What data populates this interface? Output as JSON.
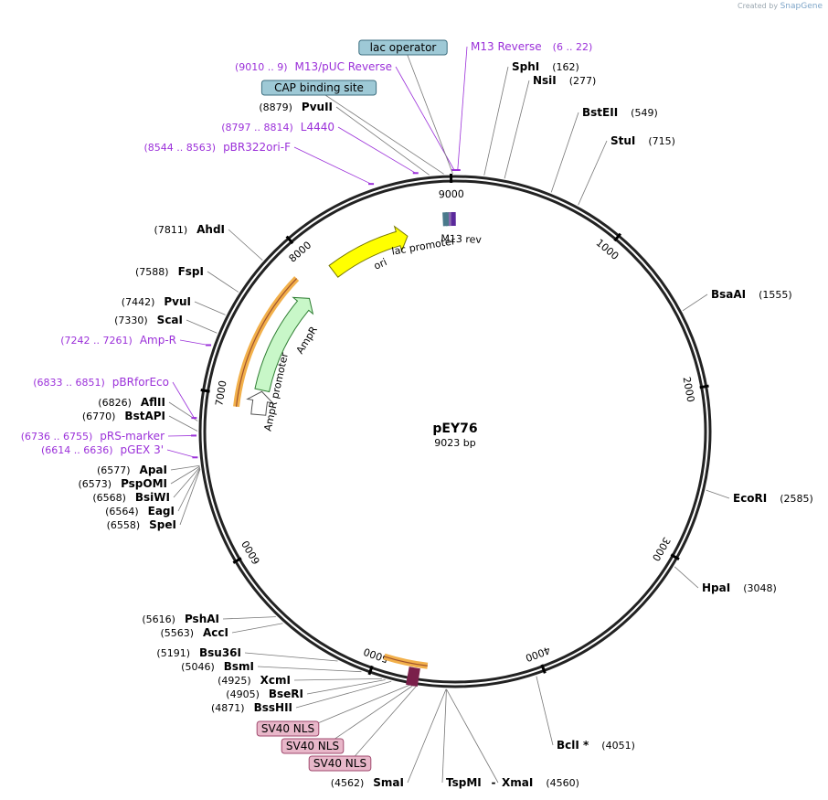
{
  "credit": {
    "prefix": "Created by",
    "brand": "SnapGene"
  },
  "plasmid": {
    "name": "pEY76",
    "size_label": "9023 bp",
    "length": 9023
  },
  "colors": {
    "primer": "#9b30d9",
    "ring": "#222222",
    "ori": "#ffff00",
    "ampr": "#c8f7c8",
    "orange_highlight": "#f2b04a",
    "lac_box": "#9ec9d6",
    "nls_box": "#e8b7c9",
    "nls_arrow": "#7a1f4a"
  },
  "ring_ticks": [
    {
      "pos": 1000,
      "label": "1000"
    },
    {
      "pos": 2000,
      "label": "2000"
    },
    {
      "pos": 3000,
      "label": "3000"
    },
    {
      "pos": 4000,
      "label": "4000"
    },
    {
      "pos": 5000,
      "label": "5000"
    },
    {
      "pos": 6000,
      "label": "6000"
    },
    {
      "pos": 7000,
      "label": "7000"
    },
    {
      "pos": 8000,
      "label": "8000"
    },
    {
      "pos": 9000,
      "label": "9000"
    }
  ],
  "sites": [
    {
      "name": "SphI",
      "pos": "(162)",
      "side": "right",
      "p": 162
    },
    {
      "name": "NsiI",
      "pos": "(277)",
      "side": "right",
      "p": 277
    },
    {
      "name": "BstEII",
      "pos": "(549)",
      "side": "right",
      "p": 549
    },
    {
      "name": "StuI",
      "pos": "(715)",
      "side": "right",
      "p": 715
    },
    {
      "name": "BsaAI",
      "pos": "(1555)",
      "side": "right",
      "p": 1555
    },
    {
      "name": "EcoRI",
      "pos": "(2585)",
      "side": "right",
      "p": 2585
    },
    {
      "name": "HpaI",
      "pos": "(3048)",
      "side": "right",
      "p": 3048
    },
    {
      "name": "BclI *",
      "pos": "(4051)",
      "side": "right",
      "p": 4051
    },
    {
      "name": "XmaI",
      "pos": "(4560)",
      "side": "right",
      "p": 4560
    },
    {
      "name": "TspMI",
      "pos": "",
      "side": "right",
      "p": 4560
    },
    {
      "name": "SmaI",
      "pos": "(4562)",
      "side": "left",
      "p": 4562
    },
    {
      "name": "BssHII",
      "pos": "(4871)",
      "side": "left",
      "p": 4871
    },
    {
      "name": "BseRI",
      "pos": "(4905)",
      "side": "left",
      "p": 4905
    },
    {
      "name": "XcmI",
      "pos": "(4925)",
      "side": "left",
      "p": 4925
    },
    {
      "name": "BsmI",
      "pos": "(5046)",
      "side": "left",
      "p": 5046
    },
    {
      "name": "Bsu36I",
      "pos": "(5191)",
      "side": "left",
      "p": 5191
    },
    {
      "name": "AccI",
      "pos": "(5563)",
      "side": "left",
      "p": 5563
    },
    {
      "name": "PshAI",
      "pos": "(5616)",
      "side": "left",
      "p": 5616
    },
    {
      "name": "SpeI",
      "pos": "(6558)",
      "side": "left",
      "p": 6558
    },
    {
      "name": "EagI",
      "pos": "(6564)",
      "side": "left",
      "p": 6564
    },
    {
      "name": "BsiWI",
      "pos": "(6568)",
      "side": "left",
      "p": 6568
    },
    {
      "name": "PspOMI",
      "pos": "(6573)",
      "side": "left",
      "p": 6573
    },
    {
      "name": "ApaI",
      "pos": "(6577)",
      "side": "left",
      "p": 6577
    },
    {
      "name": "BstAPI",
      "pos": "(6770)",
      "side": "left",
      "p": 6770
    },
    {
      "name": "AflII",
      "pos": "(6826)",
      "side": "left",
      "p": 6826
    },
    {
      "name": "ScaI",
      "pos": "(7330)",
      "side": "left",
      "p": 7330
    },
    {
      "name": "PvuI",
      "pos": "(7442)",
      "side": "left",
      "p": 7442
    },
    {
      "name": "FspI",
      "pos": "(7588)",
      "side": "left",
      "p": 7588
    },
    {
      "name": "AhdI",
      "pos": "(7811)",
      "side": "left",
      "p": 7811
    },
    {
      "name": "PvuII",
      "pos": "(8879)",
      "side": "left",
      "p": 8879
    }
  ],
  "primers": [
    {
      "name": "M13 Reverse",
      "pos": "(6 .. 22)",
      "side": "right",
      "p": 14
    },
    {
      "name": "M13/pUC Reverse",
      "pos": "(9010 .. 9)",
      "side": "left",
      "p": 9018
    },
    {
      "name": "L4440",
      "pos": "(8797 .. 8814)",
      "side": "left",
      "p": 8805
    },
    {
      "name": "pBR322ori-F",
      "pos": "(8544 .. 8563)",
      "side": "left",
      "p": 8553
    },
    {
      "name": "Amp-R",
      "pos": "(7242 .. 7261)",
      "side": "left",
      "p": 7251
    },
    {
      "name": "pBRforEco",
      "pos": "(6833 .. 6851)",
      "side": "left",
      "p": 6842
    },
    {
      "name": "pRS-marker",
      "pos": "(6736 .. 6755)",
      "side": "left",
      "p": 6745
    },
    {
      "name": "pGEX 3'",
      "pos": "(6614 .. 6636)",
      "side": "left",
      "p": 6625
    }
  ],
  "boxed_features": [
    {
      "name": "lac operator",
      "style": "lac",
      "p": 9010
    },
    {
      "name": "CAP binding site",
      "style": "lac",
      "p": 8960
    },
    {
      "name": "SV40 NLS",
      "style": "nls",
      "p": 4770
    },
    {
      "name": "SV40 NLS",
      "style": "nls",
      "p": 4750
    },
    {
      "name": "SV40 NLS",
      "style": "nls",
      "p": 4730
    }
  ],
  "features": [
    {
      "name": "ori",
      "start": 8090,
      "end": 8680
    },
    {
      "name": "AmpR",
      "start": 7030,
      "end": 7890
    },
    {
      "name": "AmpR promoter",
      "start": 6920,
      "end": 7030
    },
    {
      "name": "lac promoter",
      "start": 8935,
      "end": 8985
    },
    {
      "name": "M13 rev",
      "start": 9005,
      "end": 9022
    }
  ]
}
